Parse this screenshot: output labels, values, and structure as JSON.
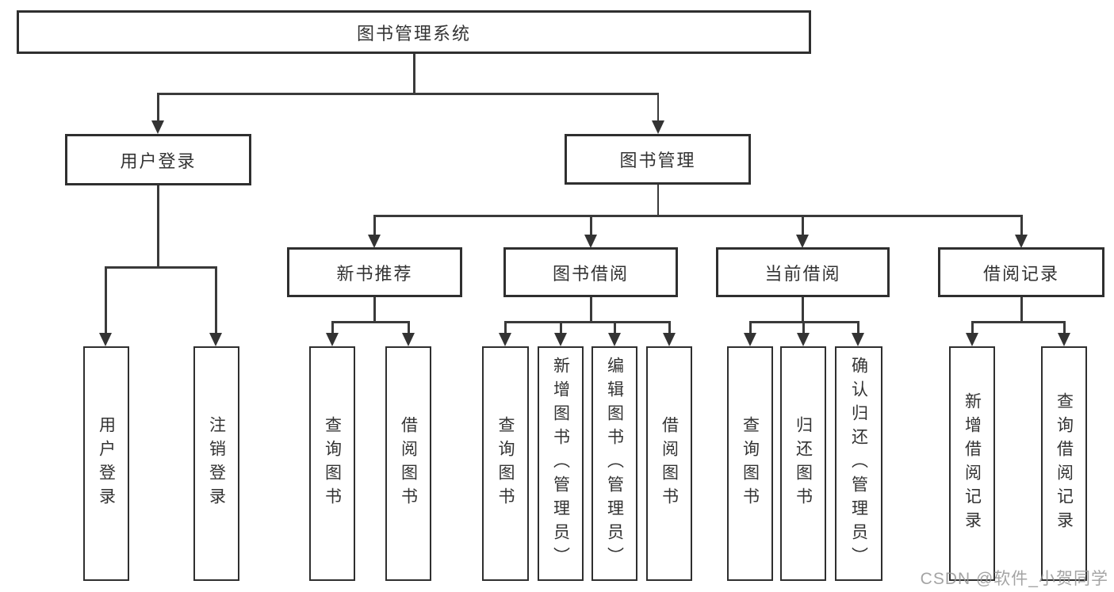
{
  "diagram": {
    "root": "图书管理系统",
    "level2": [
      {
        "label": "用户登录",
        "children": [
          "用户登录",
          "注销登录"
        ]
      },
      {
        "label": "图书管理",
        "groups": [
          {
            "label": "新书推荐",
            "children": [
              "查询图书",
              "借阅图书"
            ]
          },
          {
            "label": "图书借阅",
            "children": [
              "查询图书",
              "新增图书（管理员）",
              "编辑图书（管理员）",
              "借阅图书"
            ]
          },
          {
            "label": "当前借阅",
            "children": [
              "查询图书",
              "归还图书",
              "确认归还（管理员）"
            ]
          },
          {
            "label": "借阅记录",
            "children": [
              "新增借阅记录",
              "查询借阅记录"
            ]
          }
        ]
      }
    ]
  },
  "watermark": {
    "text": "CSDN @软件_小贺同学"
  },
  "colors": {
    "line": "#333333",
    "box_border": "#2f2f2f",
    "watermark": "#949494"
  }
}
